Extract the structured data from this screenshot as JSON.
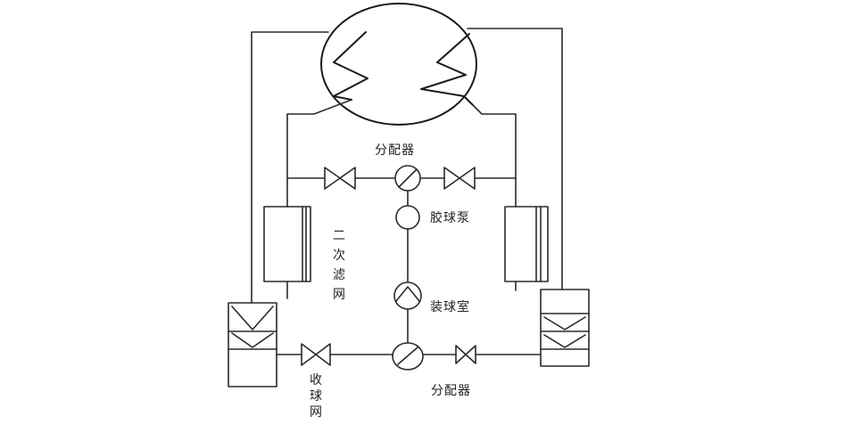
{
  "labels": {
    "distributor_top": "分配器",
    "ball_pump": "胶球泵",
    "ball_collector": "装球室",
    "distributor_bottom": "分配器",
    "secondary_filter": [
      "二",
      "次",
      "滤",
      "网"
    ],
    "collector_net": [
      "收",
      "球",
      "网"
    ]
  },
  "colors": {
    "line": "#2a2a2a",
    "background": "#ffffff"
  }
}
